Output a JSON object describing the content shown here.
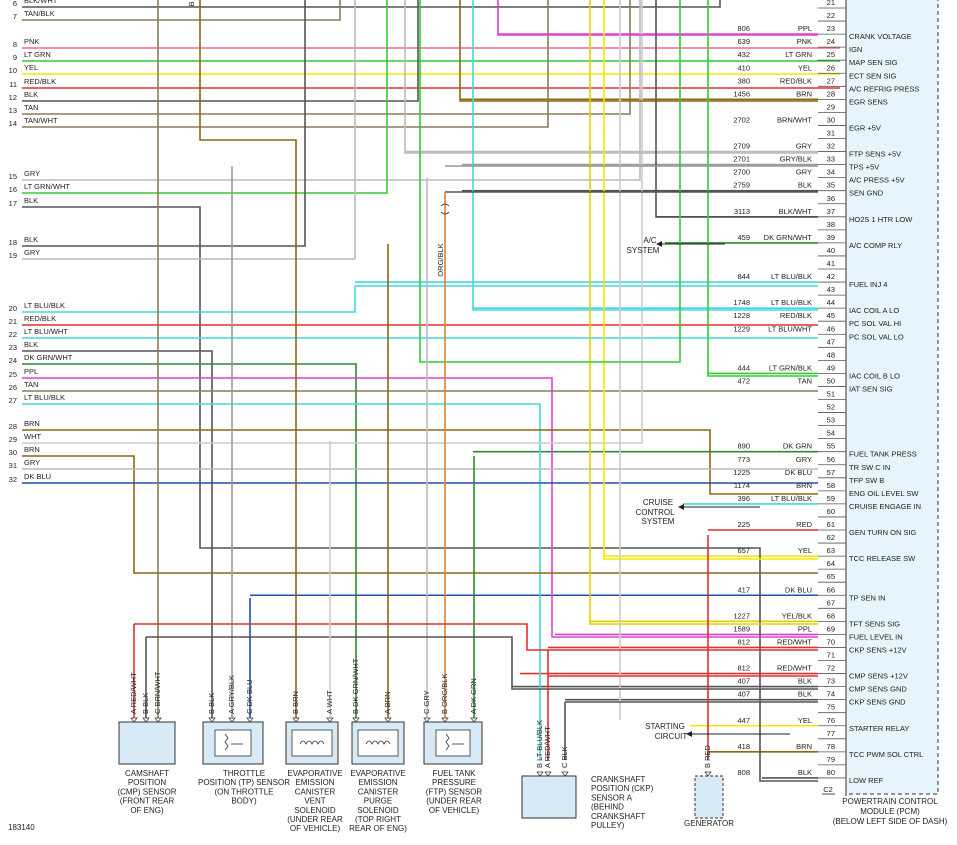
{
  "diagram_id": "183140",
  "colors": {
    "BLK": "#555555",
    "BLK/WHT": "#555555",
    "TAN/BLK": "#8B7D5A",
    "PNK": "#f06a8c",
    "LT GRN": "#33cc33",
    "YEL": "#f5e800",
    "RED/BLK": "#e03030",
    "TAN": "#8B7D5A",
    "TAN/WHT": "#8B7D5A",
    "GRY": "#bbbbbb",
    "LT GRN/WHT": "#33cc33",
    "LT BLU/BLK": "#40d8e0",
    "LT BLU/WHT": "#40d8e0",
    "DK GRN/WHT": "#2e8b2e",
    "PPL": "#e040d0",
    "LT BLU": "#40d8e0",
    "BRN": "#8b6914",
    "WHT": "#cccccc",
    "DK BLU": "#2050b0",
    "BRN/WHT": "#8B7D5A",
    "GRY/BLK": "#999999",
    "ORG/BLK": "#e08030",
    "RED": "#e03030",
    "DK GRN": "#2e8b2e",
    "YEL/BLK": "#e0d000",
    "RED/WHT": "#e03030",
    "LT GRN/BLK": "#33cc33",
    "LT BLU/BLK2": "#40d8e0"
  },
  "left_wires": [
    {
      "num": "6",
      "color": "BLK/WHT"
    },
    {
      "num": "7",
      "color": "TAN/BLK"
    },
    {
      "num": "8",
      "color": "PNK"
    },
    {
      "num": "9",
      "color": "LT GRN"
    },
    {
      "num": "10",
      "color": "YEL"
    },
    {
      "num": "11",
      "color": "RED/BLK"
    },
    {
      "num": "12",
      "color": "BLK"
    },
    {
      "num": "13",
      "color": "TAN"
    },
    {
      "num": "14",
      "color": "TAN/WHT"
    },
    {
      "num": "15",
      "color": "GRY"
    },
    {
      "num": "16",
      "color": "LT GRN/WHT"
    },
    {
      "num": "17",
      "color": "BLK"
    },
    {
      "num": "18",
      "color": "BLK"
    },
    {
      "num": "19",
      "color": "GRY"
    },
    {
      "num": "20",
      "color": "LT BLU/BLK"
    },
    {
      "num": "21",
      "color": "RED/BLK"
    },
    {
      "num": "22",
      "color": "LT BLU/WHT"
    },
    {
      "num": "23",
      "color": "BLK"
    },
    {
      "num": "24",
      "color": "DK GRN/WHT"
    },
    {
      "num": "25",
      "color": "PPL"
    },
    {
      "num": "26",
      "color": "TAN"
    },
    {
      "num": "27",
      "color": "LT BLU/BLK"
    },
    {
      "num": "28",
      "color": "BRN"
    },
    {
      "num": "29",
      "color": "WHT"
    },
    {
      "num": "30",
      "color": "BRN"
    },
    {
      "num": "31",
      "color": "GRY"
    },
    {
      "num": "32",
      "color": "DK BLU"
    }
  ],
  "pcm_pins": [
    {
      "pin": "21",
      "circuit": "",
      "color": "",
      "func": ""
    },
    {
      "pin": "22",
      "circuit": "",
      "color": "",
      "func": ""
    },
    {
      "pin": "23",
      "circuit": "806",
      "color": "PPL",
      "func": "CRANK VOLTAGE"
    },
    {
      "pin": "24",
      "circuit": "639",
      "color": "PNK",
      "func": "IGN"
    },
    {
      "pin": "25",
      "circuit": "432",
      "color": "LT GRN",
      "func": "MAP SEN SIG"
    },
    {
      "pin": "26",
      "circuit": "410",
      "color": "YEL",
      "func": "ECT SEN SIG"
    },
    {
      "pin": "27",
      "circuit": "380",
      "color": "RED/BLK",
      "func": "A/C REFRIG PRESS"
    },
    {
      "pin": "28",
      "circuit": "1456",
      "color": "BRN",
      "func": "EGR SENS"
    },
    {
      "pin": "29",
      "circuit": "",
      "color": "",
      "func": ""
    },
    {
      "pin": "30",
      "circuit": "2702",
      "color": "BRN/WHT",
      "func": "EGR +5V"
    },
    {
      "pin": "31",
      "circuit": "",
      "color": "",
      "func": ""
    },
    {
      "pin": "32",
      "circuit": "2709",
      "color": "GRY",
      "func": "FTP SENS +5V"
    },
    {
      "pin": "33",
      "circuit": "2701",
      "color": "GRY/BLK",
      "func": "TPS +5V"
    },
    {
      "pin": "34",
      "circuit": "2700",
      "color": "GRY",
      "func": "A/C PRESS +5V"
    },
    {
      "pin": "35",
      "circuit": "2759",
      "color": "BLK",
      "func": "SEN GND"
    },
    {
      "pin": "36",
      "circuit": "",
      "color": "",
      "func": ""
    },
    {
      "pin": "37",
      "circuit": "3113",
      "color": "BLK/WHT",
      "func": "HO2S 1 HTR LOW"
    },
    {
      "pin": "38",
      "circuit": "",
      "color": "",
      "func": ""
    },
    {
      "pin": "39",
      "circuit": "459",
      "color": "DK GRN/WHT",
      "func": "A/C COMP RLY"
    },
    {
      "pin": "40",
      "circuit": "",
      "color": "",
      "func": ""
    },
    {
      "pin": "41",
      "circuit": "",
      "color": "",
      "func": ""
    },
    {
      "pin": "42",
      "circuit": "844",
      "color": "LT BLU/BLK",
      "func": "FUEL INJ 4"
    },
    {
      "pin": "43",
      "circuit": "",
      "color": "",
      "func": ""
    },
    {
      "pin": "44",
      "circuit": "1748",
      "color": "LT BLU/BLK",
      "func": "IAC COIL A LO"
    },
    {
      "pin": "45",
      "circuit": "1228",
      "color": "RED/BLK",
      "func": "PC SOL VAL HI"
    },
    {
      "pin": "46",
      "circuit": "1229",
      "color": "LT BLU/WHT",
      "func": "PC SOL VAL LO"
    },
    {
      "pin": "47",
      "circuit": "",
      "color": "",
      "func": ""
    },
    {
      "pin": "48",
      "circuit": "",
      "color": "",
      "func": ""
    },
    {
      "pin": "49",
      "circuit": "444",
      "color": "LT GRN/BLK",
      "func": "IAC COIL B LO"
    },
    {
      "pin": "50",
      "circuit": "472",
      "color": "TAN",
      "func": "IAT SEN SIG"
    },
    {
      "pin": "51",
      "circuit": "",
      "color": "",
      "func": ""
    },
    {
      "pin": "52",
      "circuit": "",
      "color": "",
      "func": ""
    },
    {
      "pin": "53",
      "circuit": "",
      "color": "",
      "func": ""
    },
    {
      "pin": "54",
      "circuit": "",
      "color": "",
      "func": ""
    },
    {
      "pin": "55",
      "circuit": "890",
      "color": "DK GRN",
      "func": "FUEL TANK PRESS"
    },
    {
      "pin": "56",
      "circuit": "773",
      "color": "GRY",
      "func": "TR SW C IN"
    },
    {
      "pin": "57",
      "circuit": "1225",
      "color": "DK BLU",
      "func": "TFP SW B"
    },
    {
      "pin": "58",
      "circuit": "1174",
      "color": "BRN",
      "func": "ENG OIL LEVEL SW"
    },
    {
      "pin": "59",
      "circuit": "396",
      "color": "LT BLU/BLK",
      "func": "CRUISE ENGAGE IN"
    },
    {
      "pin": "60",
      "circuit": "",
      "color": "",
      "func": ""
    },
    {
      "pin": "61",
      "circuit": "225",
      "color": "RED",
      "func": "GEN TURN ON SIG"
    },
    {
      "pin": "62",
      "circuit": "",
      "color": "",
      "func": ""
    },
    {
      "pin": "63",
      "circuit": "657",
      "color": "YEL",
      "func": "TCC RELEASE SW"
    },
    {
      "pin": "64",
      "circuit": "",
      "color": "",
      "func": ""
    },
    {
      "pin": "65",
      "circuit": "",
      "color": "",
      "func": ""
    },
    {
      "pin": "66",
      "circuit": "417",
      "color": "DK BLU",
      "func": "TP SEN IN"
    },
    {
      "pin": "67",
      "circuit": "",
      "color": "",
      "func": ""
    },
    {
      "pin": "68",
      "circuit": "1227",
      "color": "YEL/BLK",
      "func": "TFT SENS SIG"
    },
    {
      "pin": "69",
      "circuit": "1589",
      "color": "PPL",
      "func": "FUEL LEVEL IN"
    },
    {
      "pin": "70",
      "circuit": "812",
      "color": "RED/WHT",
      "func": "CKP SENS +12V"
    },
    {
      "pin": "71",
      "circuit": "",
      "color": "",
      "func": ""
    },
    {
      "pin": "72",
      "circuit": "812",
      "color": "RED/WHT",
      "func": "CMP SENS +12V"
    },
    {
      "pin": "73",
      "circuit": "407",
      "color": "BLK",
      "func": "CMP SENS GND"
    },
    {
      "pin": "74",
      "circuit": "407",
      "color": "BLK",
      "func": "CKP SENS GND"
    },
    {
      "pin": "75",
      "circuit": "",
      "color": "",
      "func": ""
    },
    {
      "pin": "76",
      "circuit": "447",
      "color": "YEL",
      "func": "STARTER RELAY"
    },
    {
      "pin": "77",
      "circuit": "",
      "color": "",
      "func": ""
    },
    {
      "pin": "78",
      "circuit": "418",
      "color": "BRN",
      "func": "TCC PWM SOL CTRL"
    },
    {
      "pin": "79",
      "circuit": "",
      "color": "",
      "func": ""
    },
    {
      "pin": "80",
      "circuit": "808",
      "color": "BLK",
      "func": "LOW REF"
    }
  ],
  "pcm": {
    "connector": "C2",
    "title": "POWERTRAIN CONTROL",
    "subtitle": "MODULE (PCM)",
    "location": "(BELOW LEFT SIDE OF DASH)"
  },
  "splice_label": "ORG/BLK",
  "top_pin_label": "B",
  "external_refs": [
    {
      "id": "ac-system",
      "lines": [
        "A/C",
        "SYSTEM"
      ]
    },
    {
      "id": "cruise",
      "lines": [
        "CRUISE",
        "CONTROL",
        "SYSTEM"
      ]
    },
    {
      "id": "starting",
      "lines": [
        "STARTING",
        "CIRCUIT"
      ]
    }
  ],
  "components": [
    {
      "id": "cmp-sensor",
      "pins": [
        {
          "p": "A",
          "c": "RED/WHT"
        },
        {
          "p": "B",
          "c": "BLK"
        },
        {
          "p": "C",
          "c": "BRN/WHT"
        }
      ],
      "caption": [
        "CAMSHAFT",
        "POSITION",
        "(CMP) SENSOR",
        "(FRONT REAR",
        "OF ENG)"
      ]
    },
    {
      "id": "tp-sensor",
      "pins": [
        {
          "p": "B",
          "c": "BLK"
        },
        {
          "p": "A",
          "c": "GRY/BLK"
        },
        {
          "p": "C",
          "c": "DK BLU"
        }
      ],
      "caption": [
        "THROTTLE",
        "POSITION (TP) SENSOR",
        "(ON THROTTLE",
        "BODY)"
      ]
    },
    {
      "id": "evap-vent",
      "pins": [
        {
          "p": "B",
          "c": "BRN"
        },
        {
          "p": "A",
          "c": "WHT"
        }
      ],
      "caption": [
        "EVAPORATIVE",
        "EMISSION",
        "CANISTER",
        "VENT",
        "SOLENOID",
        "(UNDER REAR",
        "OF VEHICLE)"
      ]
    },
    {
      "id": "evap-purge",
      "pins": [
        {
          "p": "B",
          "c": "DK GRN/WHT"
        },
        {
          "p": "A",
          "c": "BRN"
        }
      ],
      "caption": [
        "EVAPORATIVE",
        "EMISSION",
        "CANISTER",
        "PURGE",
        "SOLENOID",
        "(TOP RIGHT",
        "REAR OF ENG)"
      ]
    },
    {
      "id": "ftp-sensor",
      "pins": [
        {
          "p": "C",
          "c": "GRY"
        },
        {
          "p": "B",
          "c": "ORG/BLK"
        },
        {
          "p": "A",
          "c": "DK GRN"
        }
      ],
      "caption": [
        "FUEL TANK",
        "PRESSURE",
        "(FTP) SENSOR",
        "(UNDER REAR",
        "OF VEHICLE)"
      ]
    },
    {
      "id": "ckp-sensor",
      "pins": [
        {
          "p": "B",
          "c": "LT BLU/BLK"
        },
        {
          "p": "A",
          "c": "RED/WHT"
        },
        {
          "p": "C",
          "c": "BLK"
        }
      ],
      "caption": [
        "CRANKSHAFT",
        "POSITION (CKP)",
        "SENSOR A",
        "(BEHIND",
        "CRANKSHAFT",
        "PULLEY)"
      ]
    },
    {
      "id": "generator",
      "pins": [
        {
          "p": "B",
          "c": "RED"
        }
      ],
      "caption": [
        "GENERATOR"
      ]
    }
  ]
}
